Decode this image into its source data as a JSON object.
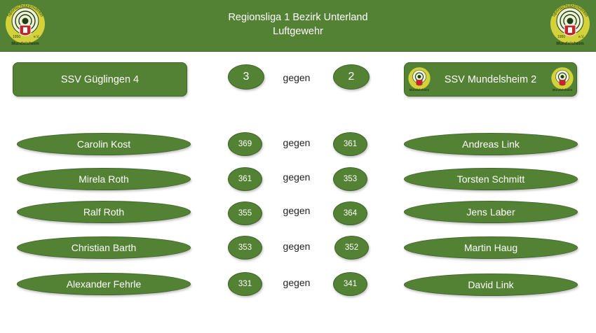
{
  "header": {
    "title_line1": "Regionsliga 1 Bezirk Unterland",
    "title_line2": "Luftgewehr",
    "logo": {
      "ring_text": "Sportschützenverein",
      "year": "1950",
      "suffix": "e.V.",
      "town": "Mundelsheim",
      "icon": "shooting-target-crest"
    }
  },
  "match": {
    "home_team": "SSV Güglingen 4",
    "away_team": "SSV Mundelsheim 2",
    "home_score": "3",
    "away_score": "2",
    "vs_label": "gegen"
  },
  "pairings": [
    {
      "home_name": "Carolin Kost",
      "home_score": "369",
      "vs": "gegen",
      "away_score": "361",
      "away_name": "Andreas Link"
    },
    {
      "home_name": "Mirela Roth",
      "home_score": "361",
      "vs": "gegen",
      "away_score": "353",
      "away_name": "Torsten Schmitt"
    },
    {
      "home_name": "Ralf Roth",
      "home_score": "355",
      "vs": "gegen",
      "away_score": "364",
      "away_name": "Jens Laber"
    },
    {
      "home_name": "Christian Barth",
      "home_score": "353",
      "vs": "gegen",
      "away_score": "352",
      "away_name": "Martin Haug"
    },
    {
      "home_name": "Alexander Fehrle",
      "home_score": "331",
      "vs": "gegen",
      "away_score": "341",
      "away_name": "David Link"
    }
  ],
  "colors": {
    "primary_green": "#548235",
    "dark_green": "#3e6427",
    "logo_yellow": "#d4d23a",
    "logo_red": "#c0262c"
  }
}
